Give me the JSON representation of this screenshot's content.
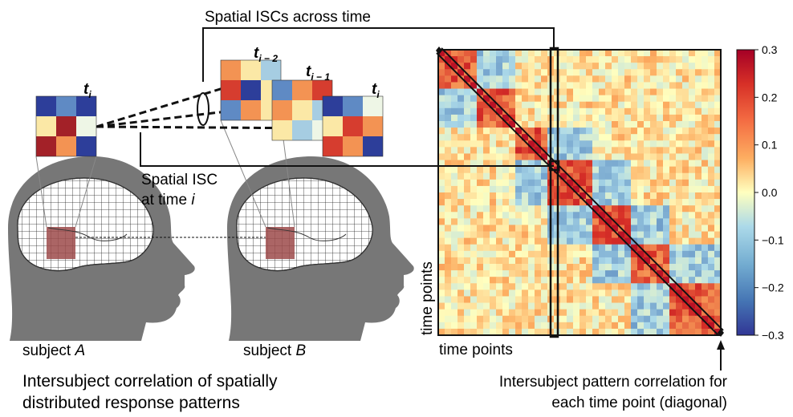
{
  "labels": {
    "top": "Spatial ISCs across time",
    "spatial_isc_line1": "Spatial ISC",
    "spatial_isc_line2_prefix": "at time ",
    "spatial_isc_line2_var": "i",
    "subject_prefix": "subject ",
    "subject_a": "A",
    "subject_b": "B",
    "left_caption_line1": "Intersubject correlation of spatially",
    "left_caption_line2": "distributed response patterns",
    "right_caption_line1": "Intersubject pattern correlation for",
    "right_caption_line2": "each time point (diagonal)",
    "x_axis": "time points",
    "y_axis": "time points"
  },
  "time_labels": {
    "t": "t",
    "ti": "i",
    "ti_minus_1": "i − 1",
    "ti_minus_2": "i − 2"
  },
  "colorbar": {
    "ticks": [
      "0.3",
      "0.2",
      "0.1",
      "0.0",
      "−0.1",
      "−0.2",
      "−0.3"
    ],
    "colors": [
      "#b2182b",
      "#d6604d",
      "#f4a582",
      "#fddbc7",
      "#fbf4c4",
      "#d1e5f0",
      "#92c5de",
      "#4393c3",
      "#2166ac",
      "#313695"
    ]
  },
  "matrices": {
    "subject_a_ti": [
      "#2d3e9a",
      "#5f8ac4",
      "#2d3e9a",
      "#fbe8a6",
      "#a32128",
      "#eef6e6",
      "#a32128",
      "#f39353",
      "#2d3e9a"
    ],
    "subject_b_ti_minus_2": [
      "#f39353",
      "#fbe8a6",
      "#a6cde2",
      "#d63d2f",
      "#2d3e9a",
      "#fbe8a6",
      "#5f8ac4",
      "#f39353",
      "#fbe8a6"
    ],
    "subject_b_ti_minus_1": [
      "#5f8ac4",
      "#f39353",
      "#d63d2f",
      "#f39353",
      "#fbe8a6",
      "#a6cde2",
      "#fbe8a6",
      "#a6cde2",
      "#eef6e6"
    ],
    "subject_b_ti": [
      "#2d3e9a",
      "#5f8ac4",
      "#eef6e6",
      "#fbe8a6",
      "#d63d2f",
      "#f39353",
      "#d63d2f",
      "#f39353",
      "#2d3e9a"
    ]
  }
}
